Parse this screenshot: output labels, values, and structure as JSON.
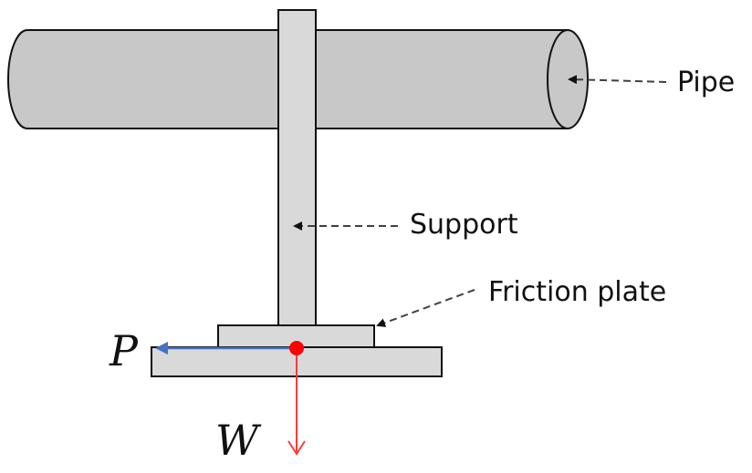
{
  "labels": {
    "pipe": "Pipe",
    "support": "Support",
    "friction_plate": "Friction plate",
    "force_p": "P",
    "force_w": "W"
  },
  "colors": {
    "body_fill": "#c8c8c8",
    "support_fill": "#d9d9d9",
    "outline": "#111111",
    "leader": "#404040",
    "p_arrow": "#4472c4",
    "w_arrow": "#ff3b3b",
    "contact_point": "#ff0000"
  }
}
